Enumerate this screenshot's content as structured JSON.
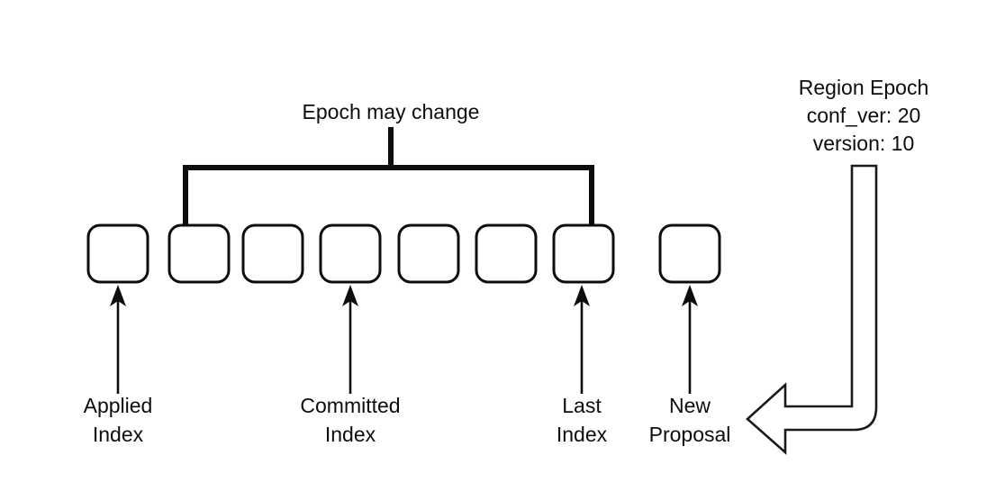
{
  "diagram": {
    "title_note": "Epoch may change",
    "epoch_panel": {
      "heading": "Region Epoch",
      "conf_ver_line": "conf_ver: 20",
      "version_line": "version: 10"
    },
    "log_boxes": [
      {
        "id": "log-entry-1",
        "label": ""
      },
      {
        "id": "log-entry-2",
        "label": ""
      },
      {
        "id": "log-entry-3",
        "label": ""
      },
      {
        "id": "log-entry-4",
        "label": ""
      },
      {
        "id": "log-entry-5",
        "label": ""
      },
      {
        "id": "log-entry-6",
        "label": ""
      },
      {
        "id": "log-entry-7",
        "label": ""
      },
      {
        "id": "log-entry-8",
        "label": ""
      }
    ],
    "pointers": [
      {
        "id": "applied-index",
        "line1": "Applied",
        "line2": "Index"
      },
      {
        "id": "committed-index",
        "line1": "Committed",
        "line2": "Index"
      },
      {
        "id": "last-index",
        "line1": "Last",
        "line2": "Index"
      },
      {
        "id": "new-proposal",
        "line1": "New",
        "line2": "Proposal"
      }
    ],
    "colors": {
      "stroke": "#0d0d0d",
      "fill": "#ffffff",
      "background": "#ffffff"
    }
  }
}
